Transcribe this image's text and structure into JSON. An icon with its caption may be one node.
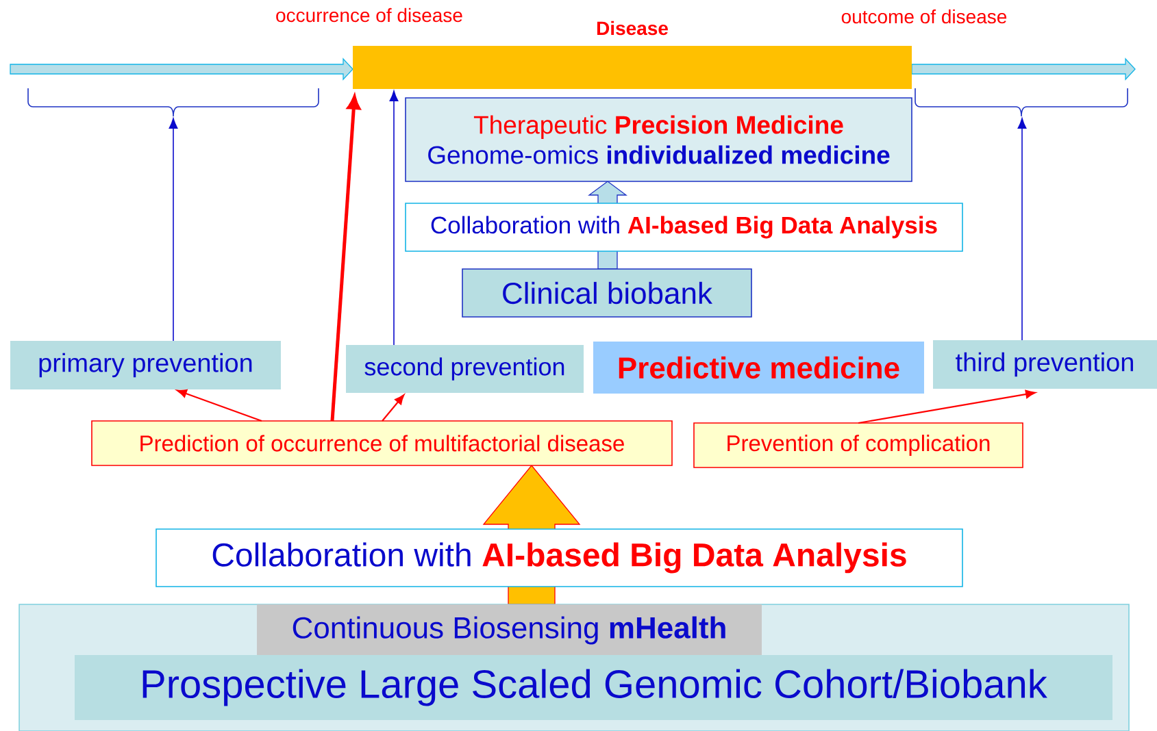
{
  "diagram": {
    "nodes": [
      {
        "text": [
          "Disease"
        ]
      },
      {
        "text": [],
        "shape": "brace"
      },
      {
        "text": [],
        "shape": "brace"
      },
      {
        "text": [
          "Therapeutic **Precision Medicine**",
          "Genome-omics **individualized medicine**"
        ]
      },
      {
        "text": [
          "Collaboration with **AI-based Big Data Analysis**"
        ]
      },
      {
        "text": [
          "Clinical biobank"
        ]
      },
      {
        "text": [
          "primary prevention"
        ]
      },
      {
        "text": [
          "second prevention"
        ]
      },
      {
        "text": [
          "Predictive medicine"
        ]
      },
      {
        "text": [
          "third prevention"
        ]
      },
      {
        "text": [
          "Prediction of occurrence of multifactorial disease"
        ]
      },
      {
        "text": [
          "Prevention of complication"
        ]
      },
      {
        "text": [
          "Collaboration with **AI-based Big Data Analysis**"
        ]
      },
      {
        "text": [],
        "shape": "box"
      },
      {
        "text": [
          "Continuous Biosensing **mHealth**"
        ],
        "in": 13
      },
      {
        "text": [
          "Prospective Large Scaled Genomic Cohort/Biobank"
        ],
        "in": 13
      }
    ],
    "edges": [
      {
        "from": null,
        "to": 0,
        "arrow": "to",
        "style": "thick",
        "color": "#b7dee8"
      },
      {
        "from": 0,
        "to": null,
        "arrow": "to",
        "style": "thick",
        "color": "#b7dee8"
      },
      {
        "from": 6,
        "to": 1,
        "arrow": "to",
        "color": "#0a0acc"
      },
      {
        "from": 10,
        "to": 0,
        "arrow": "to",
        "style": "thick"
      },
      {
        "from": 7,
        "to": 0,
        "arrow": "to",
        "color": "#0a0acc"
      },
      {
        "from": 10,
        "to": 6,
        "arrow": "to"
      },
      {
        "from": 10,
        "to": 7,
        "arrow": "to"
      },
      {
        "from": 11,
        "to": 9,
        "arrow": "to"
      },
      {
        "from": 9,
        "to": 2,
        "arrow": "to",
        "color": "#0a0acc"
      },
      {
        "from": 5,
        "to": 3,
        "arrow": "to",
        "style": "thick",
        "color": "#b7dee8"
      },
      {
        "from": 14,
        "to": 10,
        "arrow": "to",
        "style": "thick",
        "color": "#ffc000"
      }
    ],
    "labels": [
      "occurrence of disease",
      "outcome of disease"
    ]
  }
}
